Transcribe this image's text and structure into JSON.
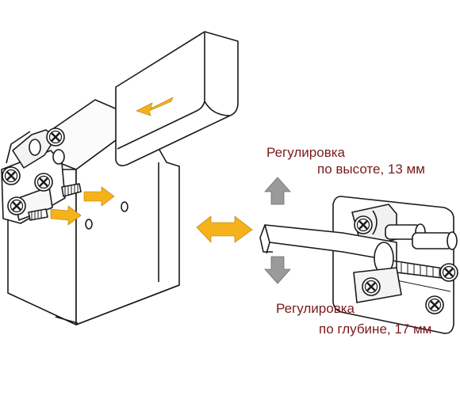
{
  "labels": {
    "height_title": "Регулировка",
    "height_value": "по высоте, 13 мм",
    "depth_title": "Регулировка",
    "depth_value": "по глубине, 17 мм"
  },
  "colors": {
    "outline": "#1a1a1a",
    "arrow_orange": "#f5b21a",
    "arrow_gray": "#9a9a9a",
    "label_text": "#7a1a1a",
    "metal_fill": "#e9e9e9"
  },
  "icons": [
    "screw-icon",
    "arrow-icon"
  ]
}
